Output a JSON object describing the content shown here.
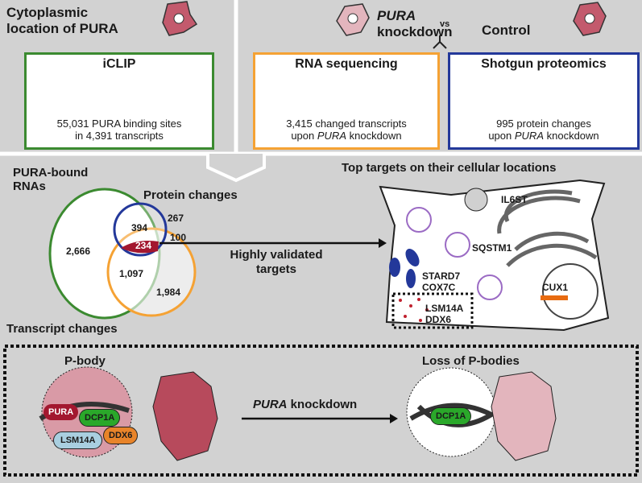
{
  "top_left": {
    "title_line1": "Cytoplasmic",
    "title_line2": "location of PURA",
    "box": {
      "title": "iCLIP",
      "line1": "55,031 PURA binding sites",
      "line2": "in 4,391 transcripts"
    }
  },
  "top_right": {
    "knockdown_gene": "PURA",
    "knockdown_word": "knockdown",
    "vs": "vs",
    "control": "Control",
    "rnaseq": {
      "title": "RNA sequencing",
      "line1": "3,415 changed transcripts",
      "line2_prefix": "upon ",
      "line2_gene": "PURA",
      "line2_suffix": " knockdown"
    },
    "proteomics": {
      "title": "Shotgun proteomics",
      "line1": "995 protein changes",
      "line2_prefix": "upon ",
      "line2_gene": "PURA",
      "line2_suffix": " knockdown"
    }
  },
  "venn": {
    "label_bound": "PURA-bound",
    "label_bound2": "RNAs",
    "label_protein": "Protein changes",
    "label_transcript": "Transcript changes",
    "values": {
      "bound_only": "2,666",
      "bound_protein": "394",
      "protein_only": "267",
      "all_three": "234",
      "protein_transcript": "100",
      "bound_transcript": "1,097",
      "transcript_only": "1,984"
    },
    "arrow_label1": "Highly validated",
    "arrow_label2": "targets"
  },
  "cell": {
    "title": "Top targets on their cellular locations",
    "labels": {
      "il6st": "IL6ST",
      "sqstm1": "SQSTM1",
      "stard7": "STARD7",
      "cox7c": "COX7C",
      "lsm14a": "LSM14A",
      "ddx6": "DDX6",
      "cux1": "CUX1"
    }
  },
  "bottom": {
    "pbody": "P-body",
    "loss": "Loss of P-bodies",
    "knockdown_gene": "PURA",
    "knockdown_word": " knockdown",
    "proteins": {
      "pura": "PURA",
      "dcp1a": "DCP1A",
      "ddx6": "DDX6",
      "lsm14a": "LSM14A",
      "dcp1a_2": "DCP1A"
    }
  },
  "colors": {
    "green": "#3b8a30",
    "orange": "#f5a234",
    "blue": "#23389a",
    "red": "#a3172f",
    "cell_pink": "#c35a6d",
    "grey_bg": "#d2d2d2"
  }
}
